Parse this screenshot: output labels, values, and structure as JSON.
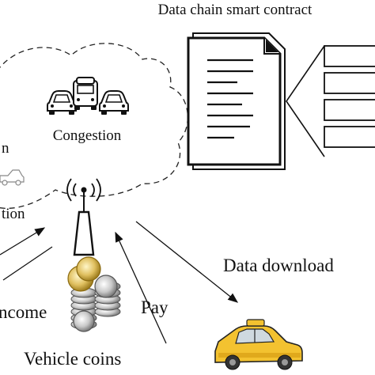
{
  "title": "Data chain smart contract",
  "labels": {
    "congestion": "Congestion",
    "left_partial_top": "n",
    "left_partial_mid": "tion",
    "income": "ncome",
    "pay": "Pay",
    "data_download": "Data download",
    "vehicle_coins": "Vehicle coins"
  },
  "icons": {
    "cloud": "cloud-icon",
    "cars": "car-icon",
    "tower": "cell-tower-icon",
    "document": "document-icon",
    "list": "list-icon",
    "coins": "coins-icon",
    "taxi": "taxi-icon"
  }
}
